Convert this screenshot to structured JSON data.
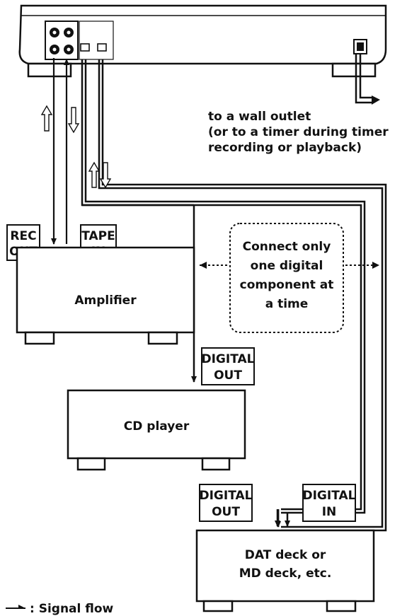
{
  "power_note": {
    "line1": "to a wall outlet",
    "line2": "(or to a timer during timer",
    "line3": "recording or playback)"
  },
  "labels": {
    "rec_out": [
      "REC",
      "OUT"
    ],
    "tape_in": [
      "TAPE",
      "IN"
    ],
    "cd_digital_out": [
      "DIGITAL",
      "OUT"
    ],
    "dat_digital_out": [
      "DIGITAL",
      "OUT"
    ],
    "dat_digital_in": [
      "DIGITAL",
      "IN"
    ]
  },
  "note": [
    "Connect only",
    "one digital",
    "component at",
    "a time"
  ],
  "components": {
    "amplifier": "Amplifier",
    "cd_player": "CD player",
    "dat_deck": [
      "DAT deck or",
      "MD deck, etc."
    ]
  },
  "legend": ": Signal flow"
}
